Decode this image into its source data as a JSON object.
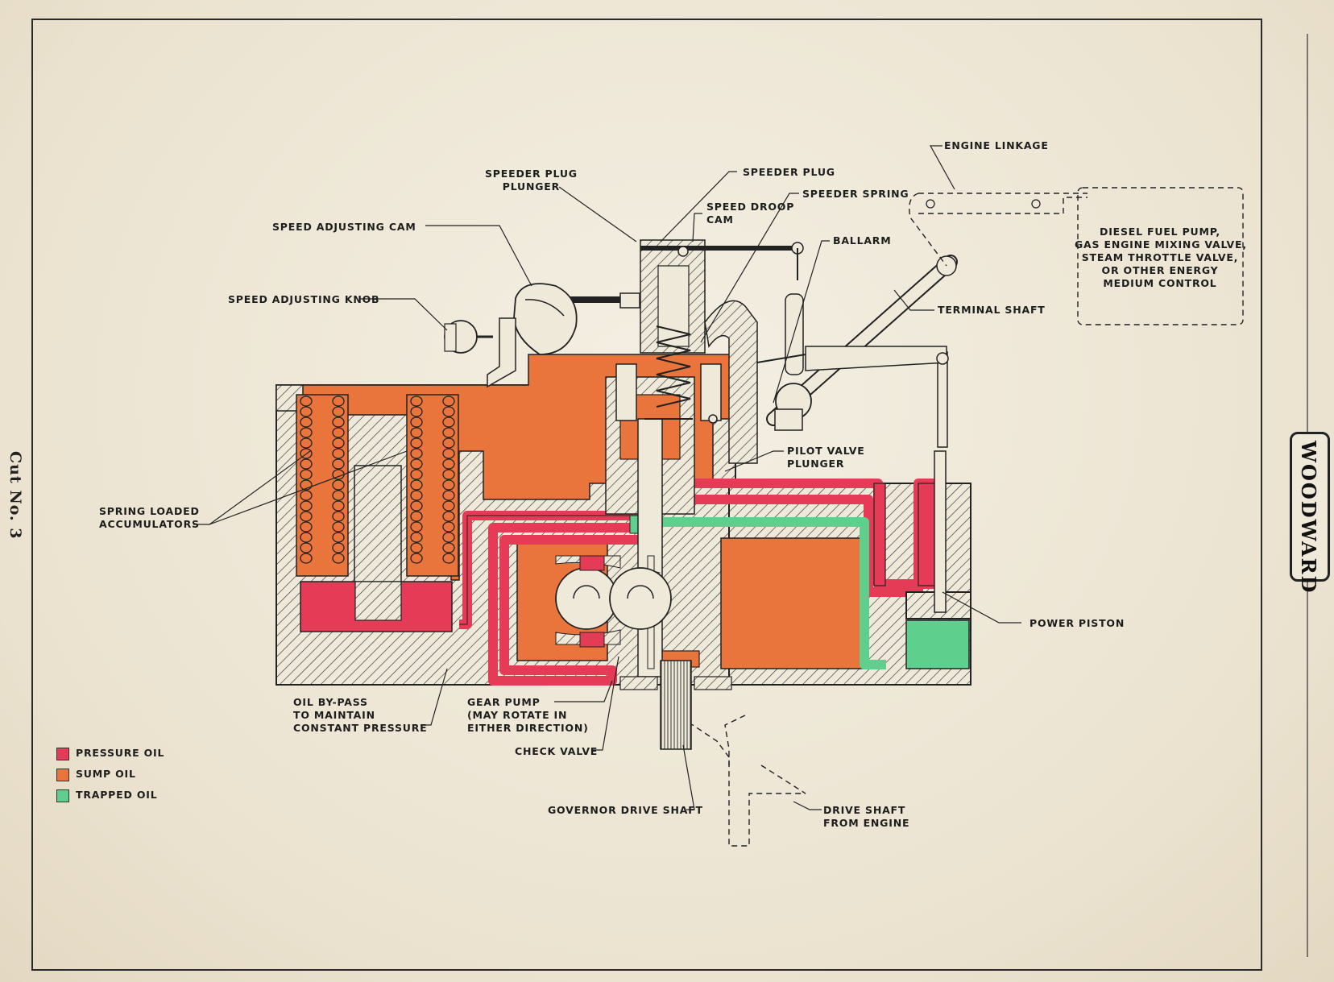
{
  "labels": {
    "engine_linkage": "ENGINE LINKAGE",
    "speeder_plug_plunger": "SPEEDER PLUG\nPLUNGER",
    "speeder_plug": "SPEEDER PLUG",
    "speed_droop_cam": "SPEED DROOP\nCAM",
    "speeder_spring": "SPEEDER SPRING",
    "speed_adjusting_cam": "SPEED ADJUSTING CAM",
    "ballarm": "BALLARM",
    "speed_adjusting_knob": "SPEED ADJUSTING KNOB",
    "terminal_shaft": "TERMINAL SHAFT",
    "energy_control": "DIESEL FUEL PUMP,\nGAS ENGINE MIXING VALVE,\nSTEAM THROTTLE VALVE,\nOR OTHER ENERGY\nMEDIUM CONTROL",
    "pilot_valve_plunger": "PILOT VALVE\nPLUNGER",
    "spring_loaded_accumulators": "SPRING LOADED\nACCUMULATORS",
    "power_piston": "POWER PISTON",
    "oil_bypass": "OIL BY-PASS\nTO MAINTAIN\nCONSTANT PRESSURE",
    "gear_pump": "GEAR PUMP\n(MAY ROTATE IN\nEITHER DIRECTION)",
    "check_valve": "CHECK VALVE",
    "governor_drive_shaft": "GOVERNOR DRIVE SHAFT",
    "drive_shaft_from_engine": "DRIVE SHAFT\nFROM ENGINE"
  },
  "legend": [
    {
      "label": "PRESSURE OIL",
      "color": "#e63b57"
    },
    {
      "label": "SUMP OIL",
      "color": "#e9743c"
    },
    {
      "label": "TRAPPED OIL",
      "color": "#5fcf8e"
    }
  ],
  "side_caption": "Cut No. 3",
  "brand": "WOODWARD",
  "colors": {
    "pressure": "#e63b57",
    "sump": "#e9743c",
    "trapped": "#5fcf8e",
    "ink": "#222222"
  }
}
